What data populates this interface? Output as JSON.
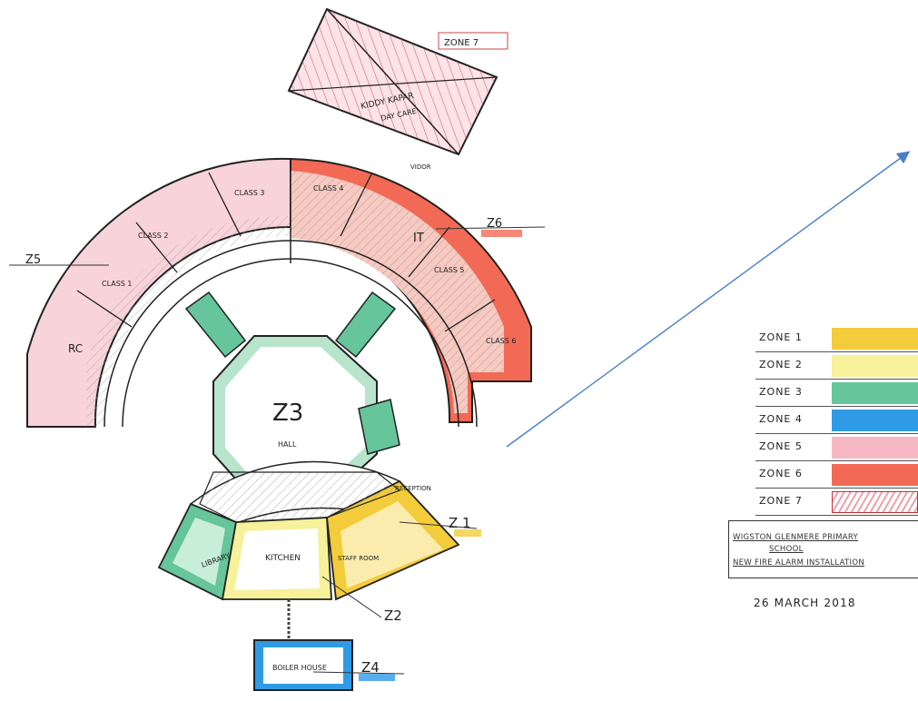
{
  "labels": {
    "zone7_box": "ZONE 7",
    "kiddy_caper": "KIDDY KAPAR",
    "day_care": "DAY CARE",
    "class3": "CLASS 3",
    "class4": "CLASS 4",
    "class2": "CLASS 2",
    "class1": "CLASS 1",
    "class5": "CLASS 5",
    "class6": "CLASS 6",
    "it": "IT",
    "rc": "RC",
    "z3": "Z3",
    "hall": "HALL",
    "reception": "RECEPTION",
    "library": "LIBRARY",
    "kitchen": "KITCHEN",
    "staff_room": "STAFF ROOM",
    "boiler_house": "BOILER HOUSE",
    "vidor": "VIDOR",
    "z1": "Z 1",
    "z2": "Z2",
    "z4": "Z4",
    "z5": "Z5",
    "z6": "Z6"
  },
  "legend": [
    {
      "label": "ZONE 1",
      "color": "#f2cc3a"
    },
    {
      "label": "ZONE 2",
      "color": "#f6f19a"
    },
    {
      "label": "ZONE 3",
      "color": "#66c59a"
    },
    {
      "label": "ZONE 4",
      "color": "#2f9be6"
    },
    {
      "label": "ZONE 5",
      "color": "#f5b8c4"
    },
    {
      "label": "ZONE 6",
      "color": "#f26a55"
    },
    {
      "label": "ZONE 7",
      "color": "#f0a0ac"
    }
  ],
  "title_block": {
    "line1": "WIGSTON GLENMERE PRIMARY",
    "line2": "SCHOOL",
    "line3": "NEW FIRE ALARM INSTALLATION"
  },
  "date": "26 MARCH 2018",
  "colors": {
    "zone1": "#f2cc3a",
    "zone2": "#f6f19a",
    "zone3": "#66c59a",
    "zone4": "#2f9be6",
    "zone5": "#f5b8c4",
    "zone6": "#f26a55",
    "zone7": "#f0a0ac",
    "arrow": "#4a7fc8"
  }
}
